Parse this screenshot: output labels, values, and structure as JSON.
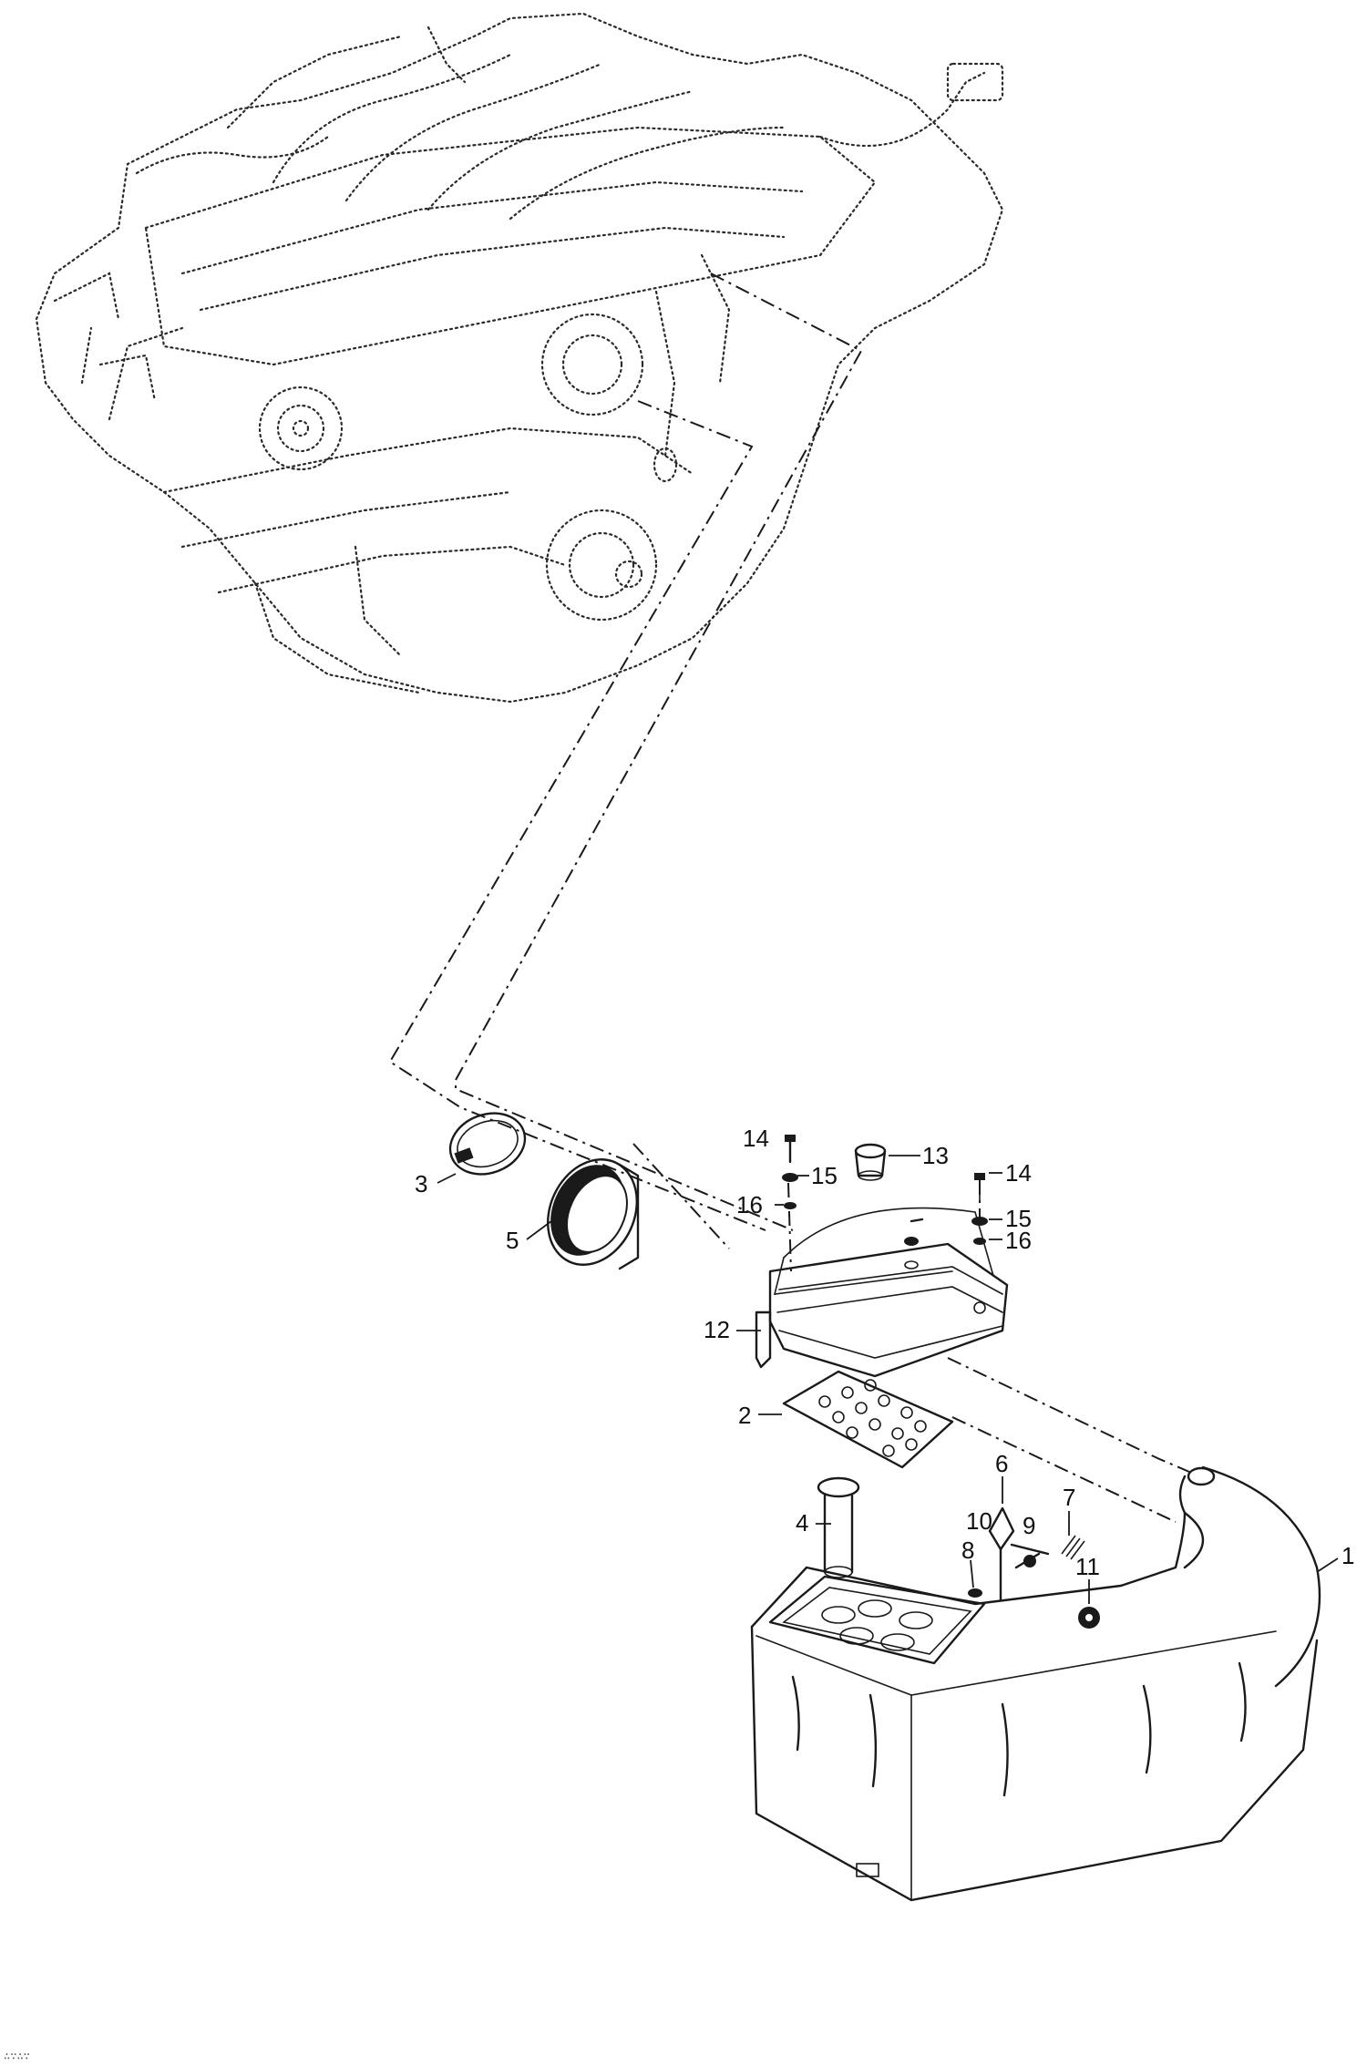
{
  "diagram": {
    "callouts": [
      {
        "id": "1",
        "text": "1"
      },
      {
        "id": "2",
        "text": "2"
      },
      {
        "id": "3",
        "text": "3"
      },
      {
        "id": "4",
        "text": "4"
      },
      {
        "id": "5",
        "text": "5"
      },
      {
        "id": "6",
        "text": "6"
      },
      {
        "id": "7",
        "text": "7"
      },
      {
        "id": "8",
        "text": "8"
      },
      {
        "id": "9",
        "text": "9"
      },
      {
        "id": "10",
        "text": "10"
      },
      {
        "id": "11",
        "text": "11"
      },
      {
        "id": "12",
        "text": "12"
      },
      {
        "id": "13",
        "text": "13"
      },
      {
        "id": "14a",
        "text": "14"
      },
      {
        "id": "14b",
        "text": "14"
      },
      {
        "id": "15a",
        "text": "15"
      },
      {
        "id": "15b",
        "text": "15"
      },
      {
        "id": "16a",
        "text": "16"
      },
      {
        "id": "16b",
        "text": "16"
      }
    ],
    "corner_mark": "∴∵∴∵",
    "colors": {
      "ink": "#1a1a1a",
      "background": "#ffffff"
    },
    "line_styles": [
      "dotted engine outline",
      "dash-dot assembly path",
      "solid part outline"
    ]
  }
}
